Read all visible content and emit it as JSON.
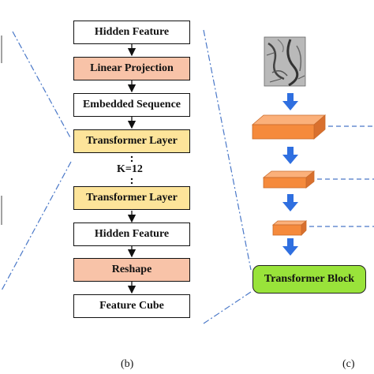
{
  "panel_b": {
    "boxes": [
      {
        "label": "Hidden Feature"
      },
      {
        "label": "Linear Projection"
      },
      {
        "label": "Embedded Sequence"
      },
      {
        "label": "Transformer Layer"
      },
      {
        "label": "Transformer Layer"
      },
      {
        "label": "Hidden Feature"
      },
      {
        "label": "Reshape"
      },
      {
        "label": "Feature Cube"
      }
    ],
    "repeat_label": "K=12",
    "caption": "(b)"
  },
  "panel_c": {
    "block_label": "Transformer Block",
    "caption": "(c)"
  },
  "colors": {
    "white_fill": "#ffffff",
    "salmon_fill": "#f8c3a8",
    "yellow_fill": "#fde49a",
    "green_fill": "#99e33a",
    "orange_slab": "#f58a3c",
    "arrow_blue": "#2f6fe0",
    "dashed_blue": "#4a78c8"
  }
}
